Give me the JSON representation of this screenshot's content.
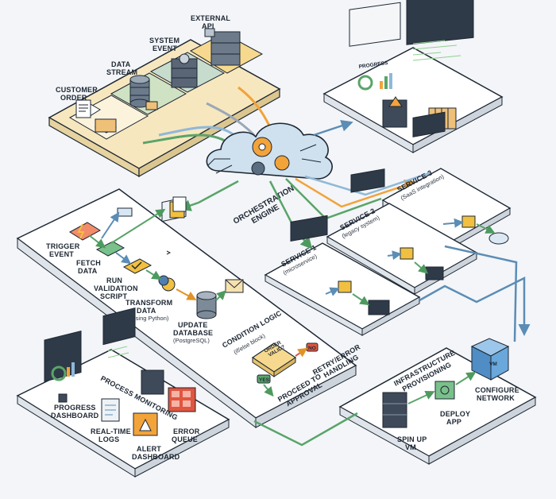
{
  "sources": {
    "customer_order": "CUSTOMER\nORDER",
    "data_stream": "DATA\nSTREAM",
    "system_event": "SYSTEM\nEVENT",
    "external_api": "EXTERNAL\nAPI"
  },
  "engine": {
    "title": "ORCHESTRATION\nENGINE"
  },
  "monitor_top": {
    "progress_label": "PROGRESS"
  },
  "workflow": {
    "trigger_event": "TRIGGER\nEVENT",
    "fetch_data": "FETCH\nDATA",
    "run_validation_script": "RUN\nVALIDATION\nSCRIPT",
    "transform_data": "TRANSFORM\nDATA",
    "transform_note": "(using Python)",
    "update_database": "UPDATE\nDATABASE",
    "update_note": "(PostgreSQL)",
    "condition_logic": "CONDITION LOGIC",
    "condition_note": "(if/else block)",
    "order_valid": "ORDER\nVALID?",
    "yes": "YES",
    "no": "NO",
    "proceed": "PROCEED TO\nAPPROVAL",
    "retry": "RETRY/ERROR\nHANDLING"
  },
  "services": {
    "s1_title": "SERVICE 1",
    "s1_note": "(microservice)",
    "s2_title": "SERVICE 2",
    "s2_note": "(legacy system)",
    "s3_title": "SERVICE 3",
    "s3_note": "(SaaS integration)"
  },
  "monitoring": {
    "process_monitoring": "PROCESS MONITORING",
    "progress_dashboard": "PROGRESS\nDASHBOARD",
    "real_time_logs": "REAL-TIME\nLOGS",
    "alert_dashboard": "ALERT\nDASHBOARD",
    "error_queue": "ERROR\nQUEUE"
  },
  "infra": {
    "title": "INFRASTRUCTURE\nPROVISIONING",
    "spin_up_vm": "SPIN UP\nVM",
    "deploy_app": "DEPLOY\nAPP",
    "configure_network": "CONFIGURE\nNETWORK",
    "vm_label": "VM"
  },
  "colors": {
    "panel": "#ffffff",
    "outline": "#1d2733",
    "green": "#5aa469",
    "orange": "#f2a33a",
    "blue": "#8fb8d8",
    "yellow_tile": "#f6e2ae",
    "red": "#e0563f",
    "dark": "#2f3a48"
  }
}
